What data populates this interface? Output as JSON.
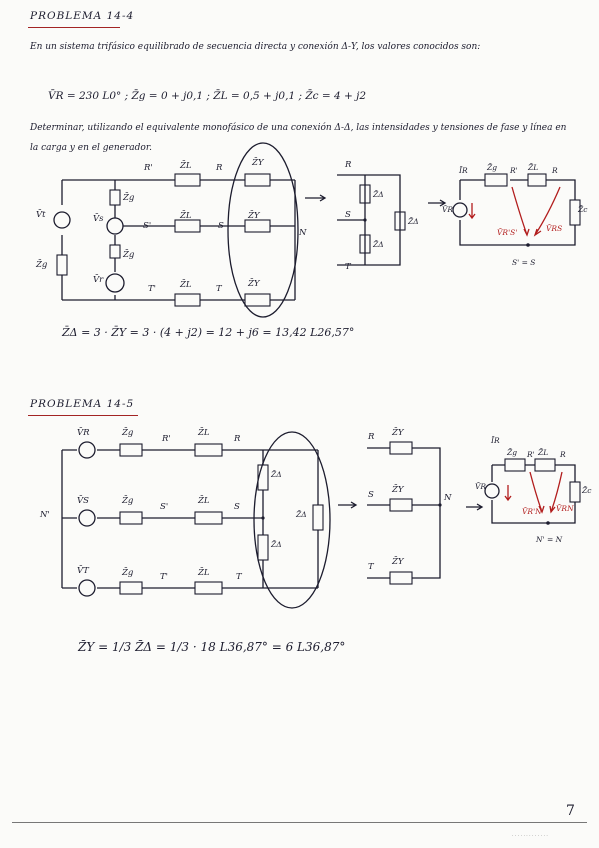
{
  "p1": {
    "title": "PROBLEMA 14-4",
    "statement_1": "En un sistema trifásico equilibrado de secuencia directa y conexión Δ-Y, los valores conocidos son:",
    "data_eq": "V̄R = 230 L0° ;   Z̄g = 0 + j0,1 ;   Z̄L = 0,5 + j0,1 ;   Z̄c = 4 + j2",
    "statement_2": "Determinar, utilizando el equivalente monofásico de una conexión Δ-Δ, las intensidades y tensiones de fase y línea en la carga y en el generador.",
    "labels": {
      "R1": "R'",
      "ZL": "Z̄L",
      "R": "R",
      "ZY": "Z̄Y",
      "S1": "S'",
      "S": "S",
      "T1": "T'",
      "T": "T",
      "Zg": "Z̄g",
      "Vs": "V̄s",
      "Vt": "V̄t",
      "Vr": "V̄r",
      "N": "N",
      "eqR": "R",
      "eqS": "S",
      "eqT": "T",
      "ZD": "Z̄Δ",
      "IR": "ĪR",
      "VR": "V̄R",
      "S1S": "S' = S",
      "VRS1": "V̄R'S'",
      "VRS": "V̄RS",
      "Zc": "Z̄c",
      "R1Sm": "R'"
    },
    "result": "Z̄Δ = 3 · Z̄Y = 3 · (4 + j2) = 12 + j6 = 13,42 L26,57°"
  },
  "p2": {
    "title": "PROBLEMA 14-5",
    "labels": {
      "Vr": "V̄R",
      "Vs": "V̄S",
      "Vt": "V̄T",
      "Zg": "Z̄g",
      "ZL": "Z̄L",
      "R1": "R'",
      "S1": "S'",
      "T1": "T'",
      "R": "R",
      "S": "S",
      "T": "T",
      "N1": "N'",
      "ZD": "Z̄Δ",
      "ZY": "Z̄Y",
      "N": "N",
      "IR": "ĪR",
      "VR": "V̄R",
      "VRN1": "V̄R'N'",
      "VRN": "V̄RN",
      "N1N": "N' = N",
      "Zc": "Z̄c"
    },
    "result": "Z̄Y = 1/3 Z̄Δ = 1/3 · 18 L36,87° = 6 L36,87°"
  },
  "page_number": "7"
}
